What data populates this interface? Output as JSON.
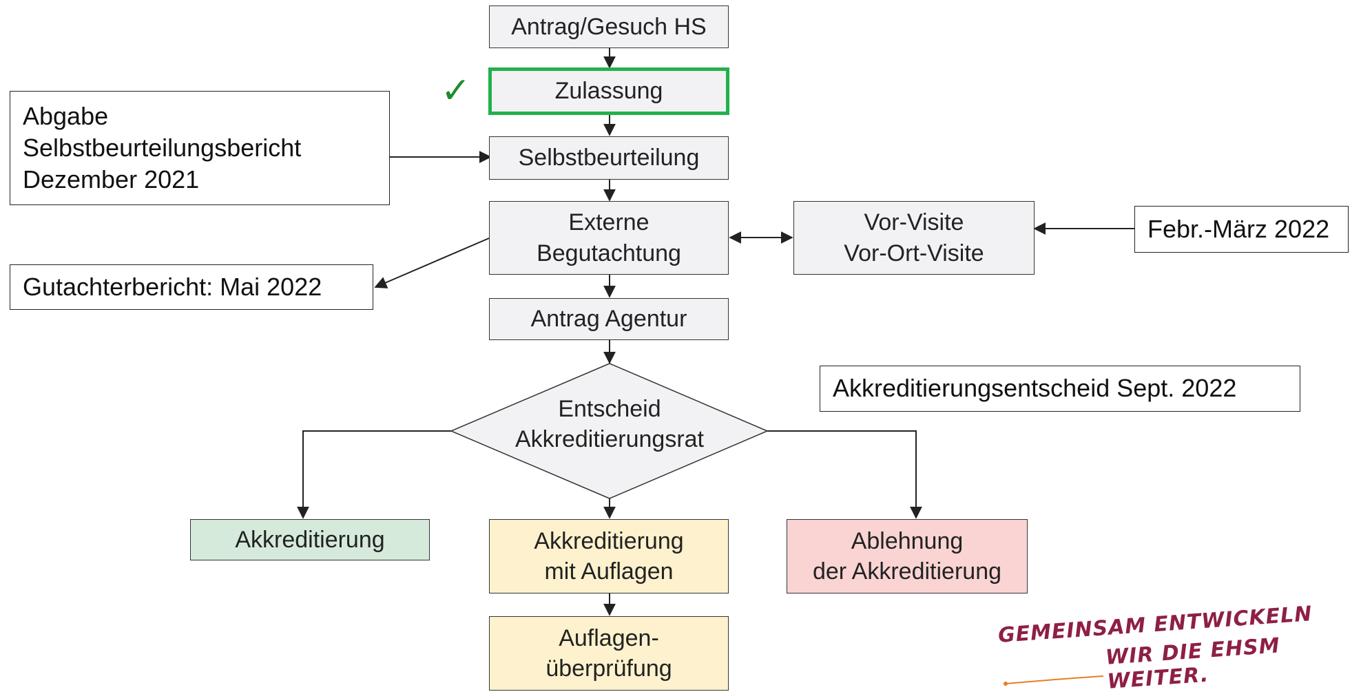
{
  "flow": {
    "antrag_hs": "Antrag/Gesuch HS",
    "zulassung": "Zulassung",
    "selbstbeurteilung": "Selbstbeurteilung",
    "externe": [
      "Externe",
      "Begutachtung"
    ],
    "visite": [
      "Vor-Visite",
      "Vor-Ort-Visite"
    ],
    "antrag_agentur": "Antrag Agentur",
    "entscheid": [
      "Entscheid",
      "Akkreditierungsrat"
    ],
    "akkreditierung": "Akkreditierung",
    "akk_auflagen": [
      "Akkreditierung",
      "mit Auflagen"
    ],
    "ablehnung": [
      "Ablehnung",
      "der Akkreditierung"
    ],
    "auflagen_pruefung": [
      "Auflagen-",
      "überprüfung"
    ]
  },
  "notes": {
    "abgabe": [
      "Abgabe",
      "Selbstbeurteilungsbericht",
      "Dezember 2021"
    ],
    "gutachter": "Gutachterbericht: Mai 2022",
    "febr": "Febr.-März 2022",
    "entscheid_date": "Akkreditierungsentscheid Sept. 2022"
  },
  "slogan": [
    "GEMEINSAM ENTWICKELN",
    "WIR DIE EHSM WEITER."
  ],
  "check_icon": "✓",
  "colors": {
    "green_highlight": "#22b14c",
    "green_fill": "#d5eadb",
    "yellow_fill": "#fdf2cd",
    "red_fill": "#f9d4d3",
    "slogan": "#8e1f45"
  }
}
